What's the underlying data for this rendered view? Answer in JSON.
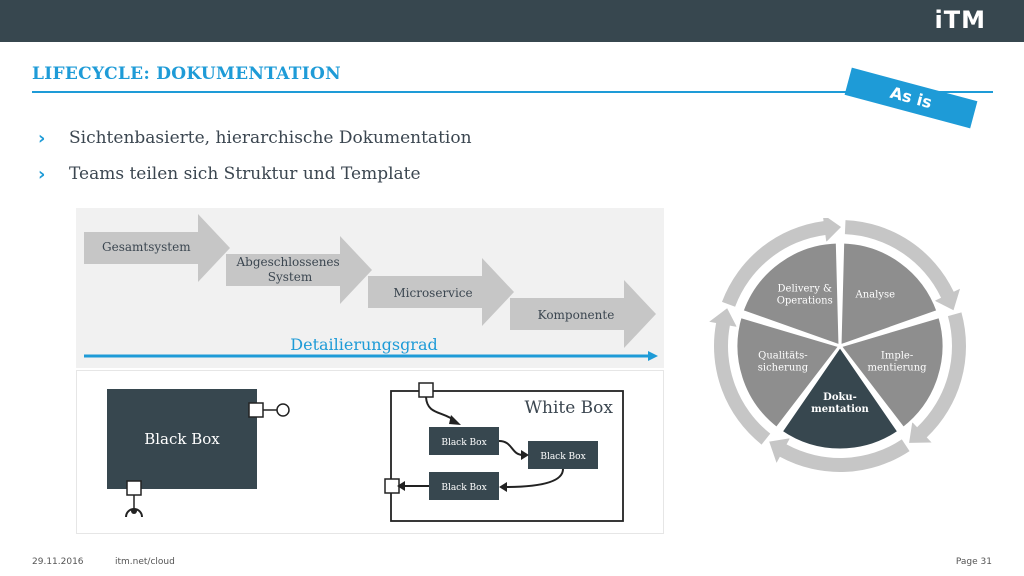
{
  "header": {
    "logo": "iTM"
  },
  "title": "LIFECYCLE: DOKUMENTATION",
  "badge": "As is",
  "bullets": [
    {
      "icon": "chevron-right-icon",
      "text": "Sichtenbasierte, hierarchische Dokumentation"
    },
    {
      "icon": "chevron-right-icon",
      "text": "Teams teilen sich Struktur und Template"
    }
  ],
  "hierarchy": {
    "steps": [
      "Gesamtsystem",
      "Abgeschlossenes System",
      "Microservice",
      "Komponente"
    ],
    "axis_label": "Detailierungsgrad"
  },
  "blackbox": {
    "label": "Black Box"
  },
  "whitebox": {
    "label": "White Box",
    "inner": [
      "Black Box",
      "Black Box",
      "Black Box"
    ]
  },
  "cycle": {
    "segments": [
      "Analyse",
      "Imple-\nmentierung",
      "Doku-\nmentation",
      "Qualitäts-\nsicherung",
      "Delivery &\nOperations"
    ],
    "active_index": 2
  },
  "colors": {
    "accent": "#1e9bd7",
    "dark": "#37474f",
    "grey": "#8e8e8e",
    "light_grey": "#c6c6c6"
  },
  "footer": {
    "date": "29.11.2016",
    "url": "itm.net/cloud",
    "page": "Page 31"
  }
}
